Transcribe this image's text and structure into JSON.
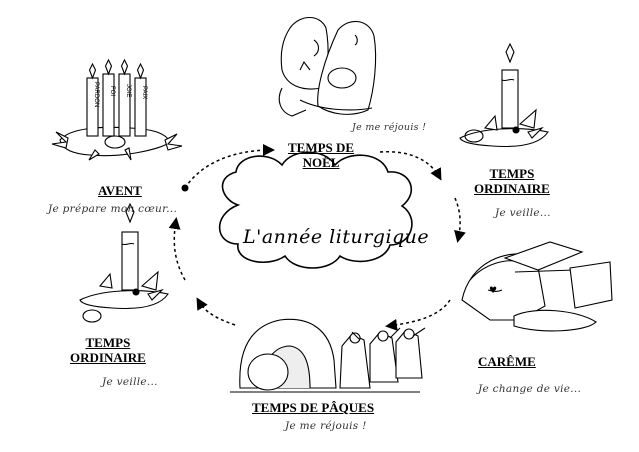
{
  "title": "L'année liturgique",
  "seasons": {
    "avent": {
      "name": "AVENT",
      "note": "Je prépare mon cœur..."
    },
    "noel": {
      "name_line1": "TEMPS DE",
      "name_line2": "NOËL",
      "note": "Je me réjouis !"
    },
    "ordinaire_right": {
      "name_line1": "TEMPS",
      "name_line2": "ORDINAIRE",
      "note": "Je veille..."
    },
    "careme": {
      "name": "CARÊME",
      "note": "Je change de vie..."
    },
    "paques": {
      "name": "TEMPS DE PÂQUES",
      "note": "Je me réjouis !"
    },
    "ordinaire_left": {
      "name_line1": "TEMPS",
      "name_line2": "ORDINAIRE",
      "note": "Je veille..."
    }
  },
  "advent_candles": [
    "PARDON",
    "FOI",
    "JOIE",
    "PAIX"
  ]
}
